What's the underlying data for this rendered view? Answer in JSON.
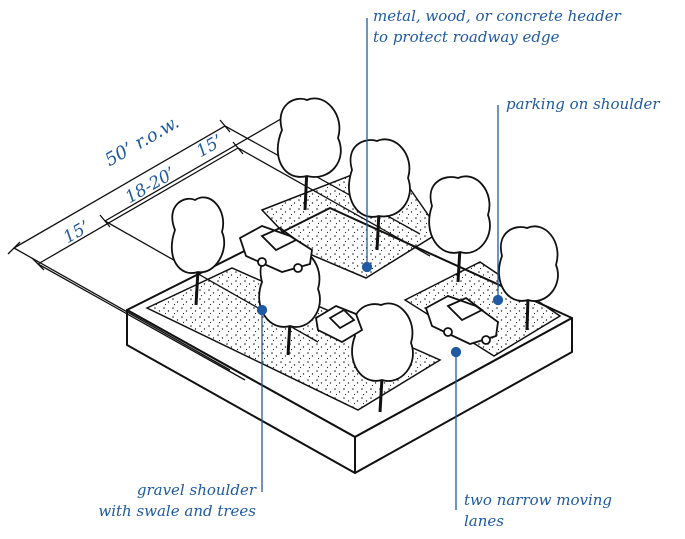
{
  "callouts": {
    "header": {
      "line1": "metal, wood, or concrete header",
      "line2": "to protect roadway edge"
    },
    "parking": {
      "line1": "parking on shoulder"
    },
    "gravel": {
      "line1": "gravel shoulder",
      "line2": "with swale and trees"
    },
    "lanes": {
      "line1": "two narrow moving",
      "line2": "lanes"
    }
  },
  "dimensions": {
    "row": "50’ r.o.w.",
    "left": "15’",
    "center": "18-20’",
    "right": "15’"
  },
  "colors": {
    "ink": "#111111",
    "accent": "#1f5aa3"
  }
}
